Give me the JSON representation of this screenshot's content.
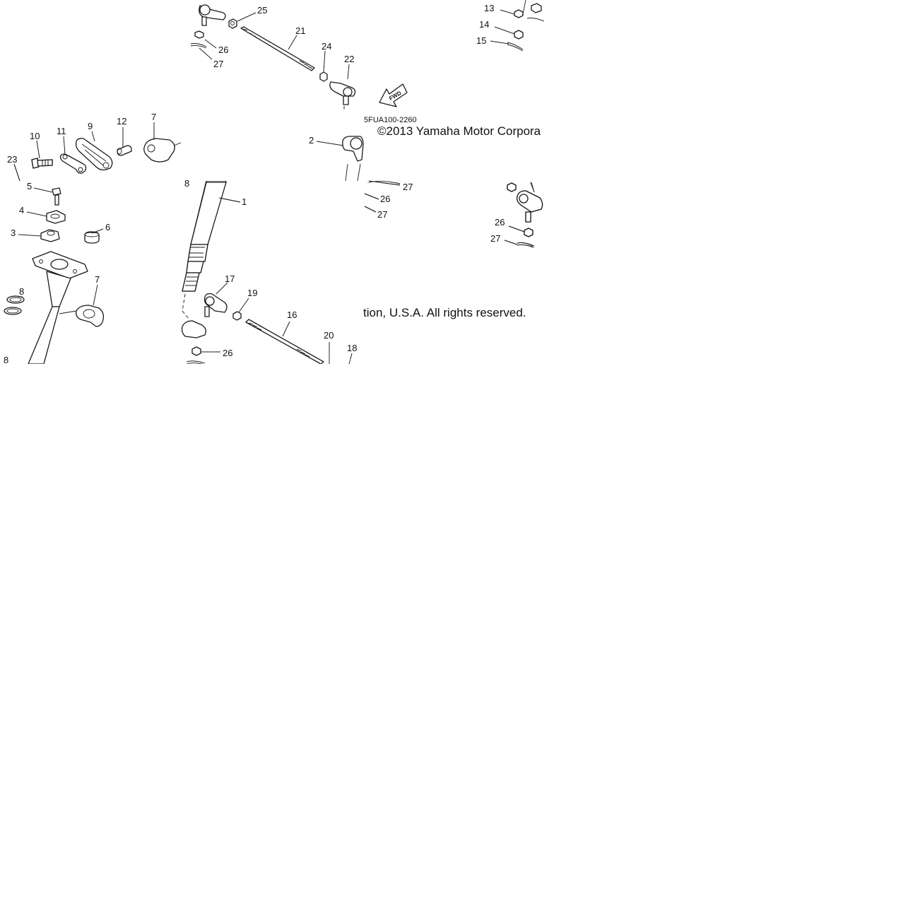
{
  "diagram": {
    "code": "5FUA100-2260",
    "copyright_line1": "©2013 Yamaha Motor Corpora",
    "copyright_line2": "tion, U.S.A. All rights reserved.",
    "fwd_label": "FWD",
    "callouts": {
      "c25": "25",
      "c21": "21",
      "c26a": "26",
      "c27a": "27",
      "c24": "24",
      "c22": "22",
      "c13": "13",
      "c14": "14",
      "c15": "15",
      "c10": "10",
      "c11": "11",
      "c9": "9",
      "c12": "12",
      "c7a": "7",
      "c23": "23",
      "c2": "2",
      "c8a": "8",
      "c1": "1",
      "c27b": "27",
      "c26b": "26",
      "c27c": "27",
      "c5": "5",
      "c4": "4",
      "c3": "3",
      "c6": "6",
      "c26c": "26",
      "c27d": "27",
      "c8b": "8",
      "c7b": "7",
      "c17": "17",
      "c19": "19",
      "c16": "16",
      "c20": "20",
      "c18": "18",
      "c26d": "26",
      "c8c": "8"
    }
  }
}
